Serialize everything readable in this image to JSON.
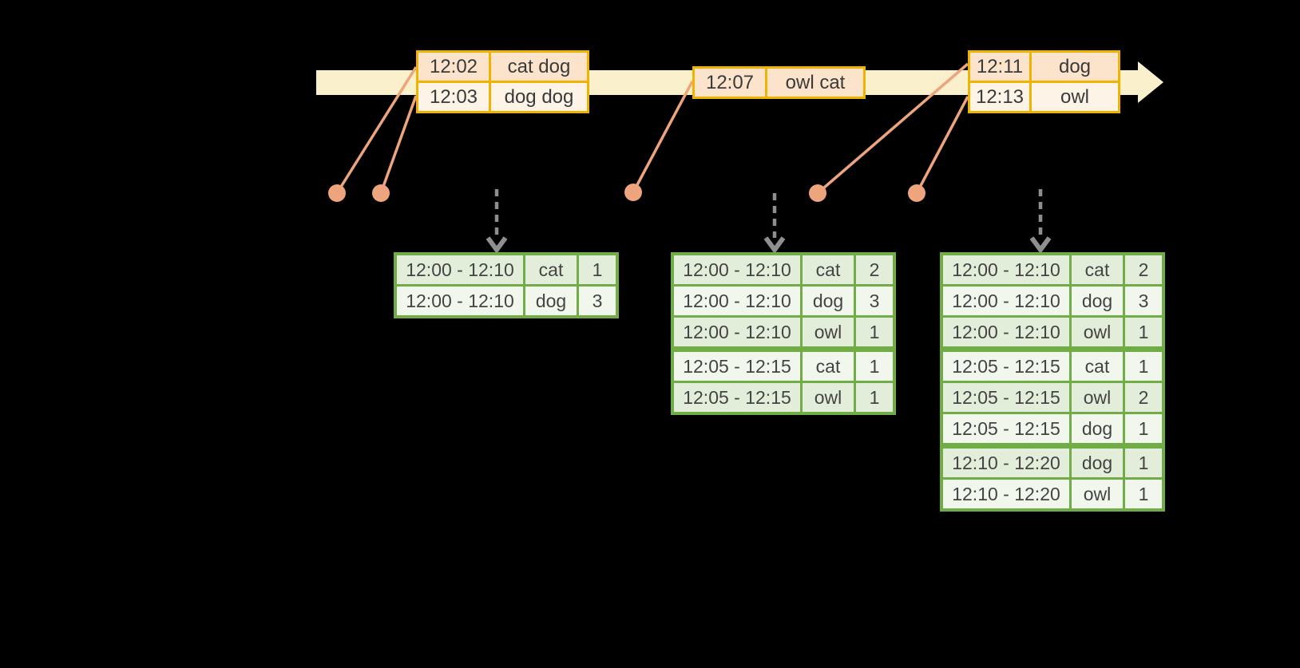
{
  "colors": {
    "background": "#000000",
    "timeline_fill": "#FAF0CC",
    "input_table_border": "#F0B400",
    "input_row_peach": "#FBE4CB",
    "input_row_cream": "#FDF3E7",
    "event_dot_and_line": "#EEA47D",
    "result_table_border": "#70AD47",
    "result_row_green": "#E3EEDA",
    "result_row_light": "#F2F7EE",
    "trigger_arrow_gray": "#8F8F8F",
    "text": "#3A3A3A"
  },
  "input_tables": [
    {
      "rows": [
        {
          "time": "12:02",
          "words": "cat dog"
        },
        {
          "time": "12:03",
          "words": "dog dog"
        }
      ]
    },
    {
      "rows": [
        {
          "time": "12:07",
          "words": "owl cat"
        }
      ]
    },
    {
      "rows": [
        {
          "time": "12:11",
          "words": "dog"
        },
        {
          "time": "12:13",
          "words": "owl"
        }
      ]
    }
  ],
  "result_tables": [
    {
      "rows": [
        {
          "window": "12:00 - 12:10",
          "word": "cat",
          "count": "1"
        },
        {
          "window": "12:00 - 12:10",
          "word": "dog",
          "count": "3"
        }
      ]
    },
    {
      "rows": [
        {
          "window": "12:00 - 12:10",
          "word": "cat",
          "count": "2"
        },
        {
          "window": "12:00 - 12:10",
          "word": "dog",
          "count": "3"
        },
        {
          "window": "12:00 - 12:10",
          "word": "owl",
          "count": "1"
        },
        {
          "window": "12:05 - 12:15",
          "word": "cat",
          "count": "1"
        },
        {
          "window": "12:05 - 12:15",
          "word": "owl",
          "count": "1"
        }
      ]
    },
    {
      "rows": [
        {
          "window": "12:00 - 12:10",
          "word": "cat",
          "count": "2"
        },
        {
          "window": "12:00 - 12:10",
          "word": "dog",
          "count": "3"
        },
        {
          "window": "12:00 - 12:10",
          "word": "owl",
          "count": "1"
        },
        {
          "window": "12:05 - 12:15",
          "word": "cat",
          "count": "1"
        },
        {
          "window": "12:05 - 12:15",
          "word": "owl",
          "count": "2"
        },
        {
          "window": "12:05 - 12:15",
          "word": "dog",
          "count": "1"
        },
        {
          "window": "12:10 - 12:20",
          "word": "dog",
          "count": "1"
        },
        {
          "window": "12:10 - 12:20",
          "word": "owl",
          "count": "1"
        }
      ]
    }
  ]
}
